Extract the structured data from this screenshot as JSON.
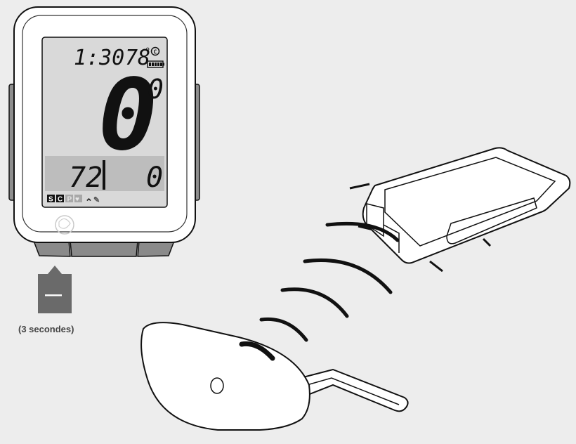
{
  "computer": {
    "time": "1:30",
    "temperature": "78",
    "degree_symbol": "°",
    "temp_unit": "C",
    "speed_main": "0",
    "speed_decimal": "0",
    "bottom_left_value": "72",
    "bottom_right_value": "0",
    "mode_icons": [
      {
        "label": "S",
        "style": "filled"
      },
      {
        "label": "C",
        "style": "filled"
      },
      {
        "label": "P",
        "style": "faded"
      },
      {
        "label": "♥",
        "style": "faded"
      },
      {
        "label": "⌃",
        "style": "outline"
      },
      {
        "label": "✎",
        "style": "outline"
      }
    ]
  },
  "button_hint": {
    "symbol": "—",
    "caption": "(3 secondes)"
  },
  "colors": {
    "background": "#ededed",
    "device_body": "#ffffff",
    "lcd": "#d9d9d9",
    "lcd_band": "#bdbdbd",
    "button": "#8a8a8a",
    "dark_button_tag": "#6a6a6a",
    "outline": "#111111"
  }
}
